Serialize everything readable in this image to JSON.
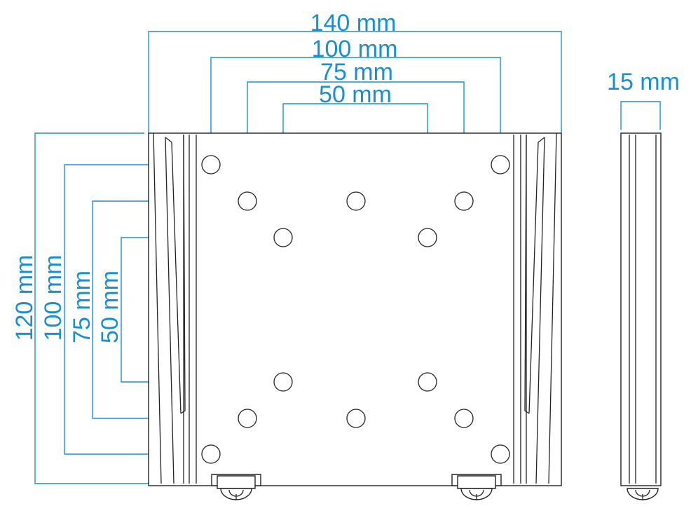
{
  "top_dims": [
    "140 mm",
    "100 mm",
    "75 mm",
    "50 mm"
  ],
  "left_dims": [
    "120 mm",
    "100 mm",
    "75 mm",
    "50 mm"
  ],
  "side_dim": "15 mm",
  "colors": {
    "dimension": "#1a8fd0",
    "outline": "#222222"
  }
}
